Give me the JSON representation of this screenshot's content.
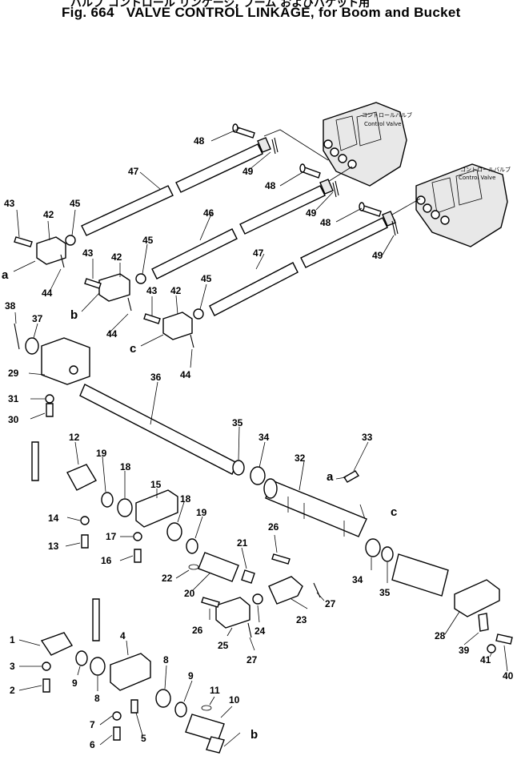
{
  "figure": {
    "title_jp": "バルブ コントロール リンケージ, ブーム およびバケット用",
    "title": "Fig. 664   VALVE CONTROL LINKAGE, for Boom and Bucket"
  },
  "control_valve_labels": [
    {
      "jp": "コントロールバルブ",
      "en": "Control Valve"
    },
    {
      "jp": "コントロールバルブ",
      "en": "Control Valve"
    }
  ],
  "part_labels": {
    "p1": "1",
    "p2": "2",
    "p3": "3",
    "p4": "4",
    "p5": "5",
    "p6": "6",
    "p7": "7",
    "p8a": "8",
    "p8b": "8",
    "p9a": "9",
    "p9b": "9",
    "p10": "10",
    "p11": "11",
    "p12": "12",
    "p13": "13",
    "p14": "14",
    "p15": "15",
    "p16": "16",
    "p17": "17",
    "p18a": "18",
    "p18b": "18",
    "p19a": "19",
    "p19b": "19",
    "p20": "20",
    "p21": "21",
    "p22": "22",
    "p23": "23",
    "p24": "24",
    "p25": "25",
    "p26a": "26",
    "p26b": "26",
    "p27a": "27",
    "p27b": "27",
    "p28": "28",
    "p29": "29",
    "p30": "30",
    "p31": "31",
    "p32": "32",
    "p33": "33",
    "p34a": "34",
    "p34b": "34",
    "p35a": "35",
    "p35b": "35",
    "p36": "36",
    "p37": "37",
    "p38": "38",
    "p39": "39",
    "p40": "40",
    "p41": "41",
    "p42a": "42",
    "p42b": "42",
    "p42c": "42",
    "p43a": "43",
    "p43b": "43",
    "p43c": "43",
    "p44a": "44",
    "p44b": "44",
    "p44c": "44",
    "p45a": "45",
    "p45b": "45",
    "p45c": "45",
    "p46": "46",
    "p47a": "47",
    "p47b": "47",
    "p48a": "48",
    "p48b": "48",
    "p48c": "48",
    "p49a": "49",
    "p49b": "49",
    "p49c": "49"
  },
  "reference_letters": {
    "a_left": "a",
    "b_left": "b",
    "c_left": "c",
    "a_right": "a",
    "c_right": "c",
    "b_bottom": "b"
  }
}
